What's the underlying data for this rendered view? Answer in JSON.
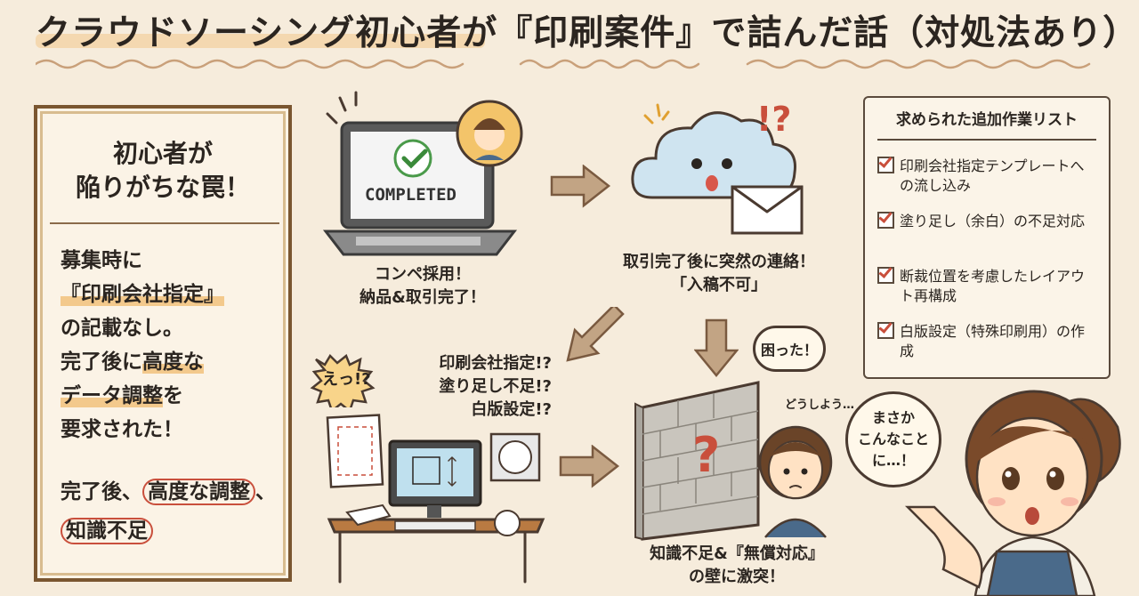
{
  "header": {
    "title": "クラウドソーシング初心者が『印刷案件』で詰んだ話（対処法あり）"
  },
  "left_panel": {
    "heading": [
      "初心者が",
      "陥りがちな罠！"
    ],
    "body": [
      {
        "text": "募集時に",
        "style": "plain"
      },
      {
        "text": "『印刷会社指定』",
        "style": "highlight"
      },
      {
        "text": "の記載なし。",
        "style": "plain"
      },
      {
        "text": "完了後に",
        "style": "plain",
        "tail": "高度な",
        "tail_style": "highlight"
      },
      {
        "text": "データ調整",
        "style": "highlight",
        "tail": "を",
        "tail_style": "plain"
      },
      {
        "text": "要求された！",
        "style": "plain"
      }
    ],
    "summary": {
      "lead": "完了後、",
      "circled1": "高度な調整",
      "mid": "、",
      "circled2": "知識不足"
    }
  },
  "scene1": {
    "screen_text": "COMPLETED",
    "caption": [
      "コンペ採用！",
      "納品&取引完了！"
    ]
  },
  "scene2": {
    "exclaim": "!?",
    "caption": [
      "取引完了後に突然の連絡！",
      "「入稿不可」"
    ]
  },
  "scene3": {
    "bubble": "えっ!?",
    "questions": [
      "印刷会社指定!?",
      "塗り足し不足!?",
      "白版設定!?"
    ]
  },
  "scene4": {
    "bubble": "困った！",
    "murmur": "どうしよう…",
    "caption": [
      "知識不足&『無償対応』",
      "の壁に激突！"
    ]
  },
  "checklist": {
    "title": "求められた追加作業リスト",
    "items": [
      "印刷会社指定テンプレートへの流し込み",
      "塗り足し（余白）の不足対応",
      "断裁位置を考慮したレイアウト再構成",
      "白版設定（特殊印刷用）の作成"
    ]
  },
  "narrator": {
    "bubble": [
      "まさか",
      "こんなこと",
      "に…！"
    ]
  },
  "colors": {
    "background": "#f6ecdc",
    "accent": "#f3c98c",
    "frame": "#7a5630",
    "check": "#c94f3c"
  }
}
